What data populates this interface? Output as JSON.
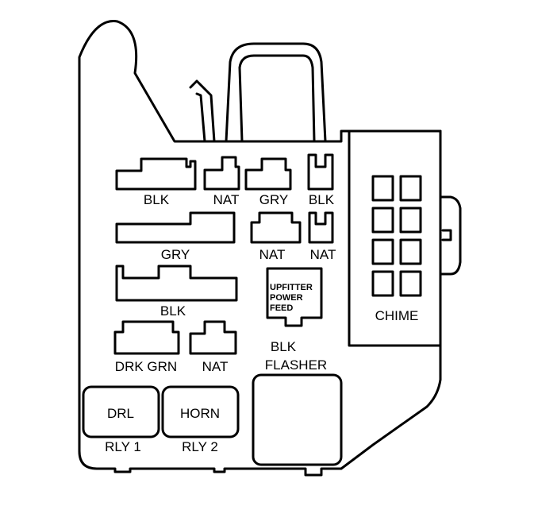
{
  "diagram": {
    "connectors": [
      {
        "id": "blk-1",
        "label": "BLK"
      },
      {
        "id": "nat-1",
        "label": "NAT"
      },
      {
        "id": "gry-1",
        "label": "GRY"
      },
      {
        "id": "blk-2",
        "label": "BLK"
      },
      {
        "id": "gry-2",
        "label": "GRY"
      },
      {
        "id": "nat-2",
        "label": "NAT"
      },
      {
        "id": "nat-3",
        "label": "NAT"
      },
      {
        "id": "blk-3",
        "label": "BLK"
      },
      {
        "id": "drk-grn",
        "label": "DRK GRN"
      },
      {
        "id": "nat-4",
        "label": "NAT"
      },
      {
        "id": "upfitter",
        "label": "BLK",
        "inner_text": [
          "UPFITTER",
          "POWER",
          "FEED"
        ]
      }
    ],
    "chime": {
      "label": "CHIME"
    },
    "flasher": {
      "label": "FLASHER"
    },
    "relays": [
      {
        "inner": "DRL",
        "label": "RLY 1"
      },
      {
        "inner": "HORN",
        "label": "RLY 2"
      }
    ]
  }
}
